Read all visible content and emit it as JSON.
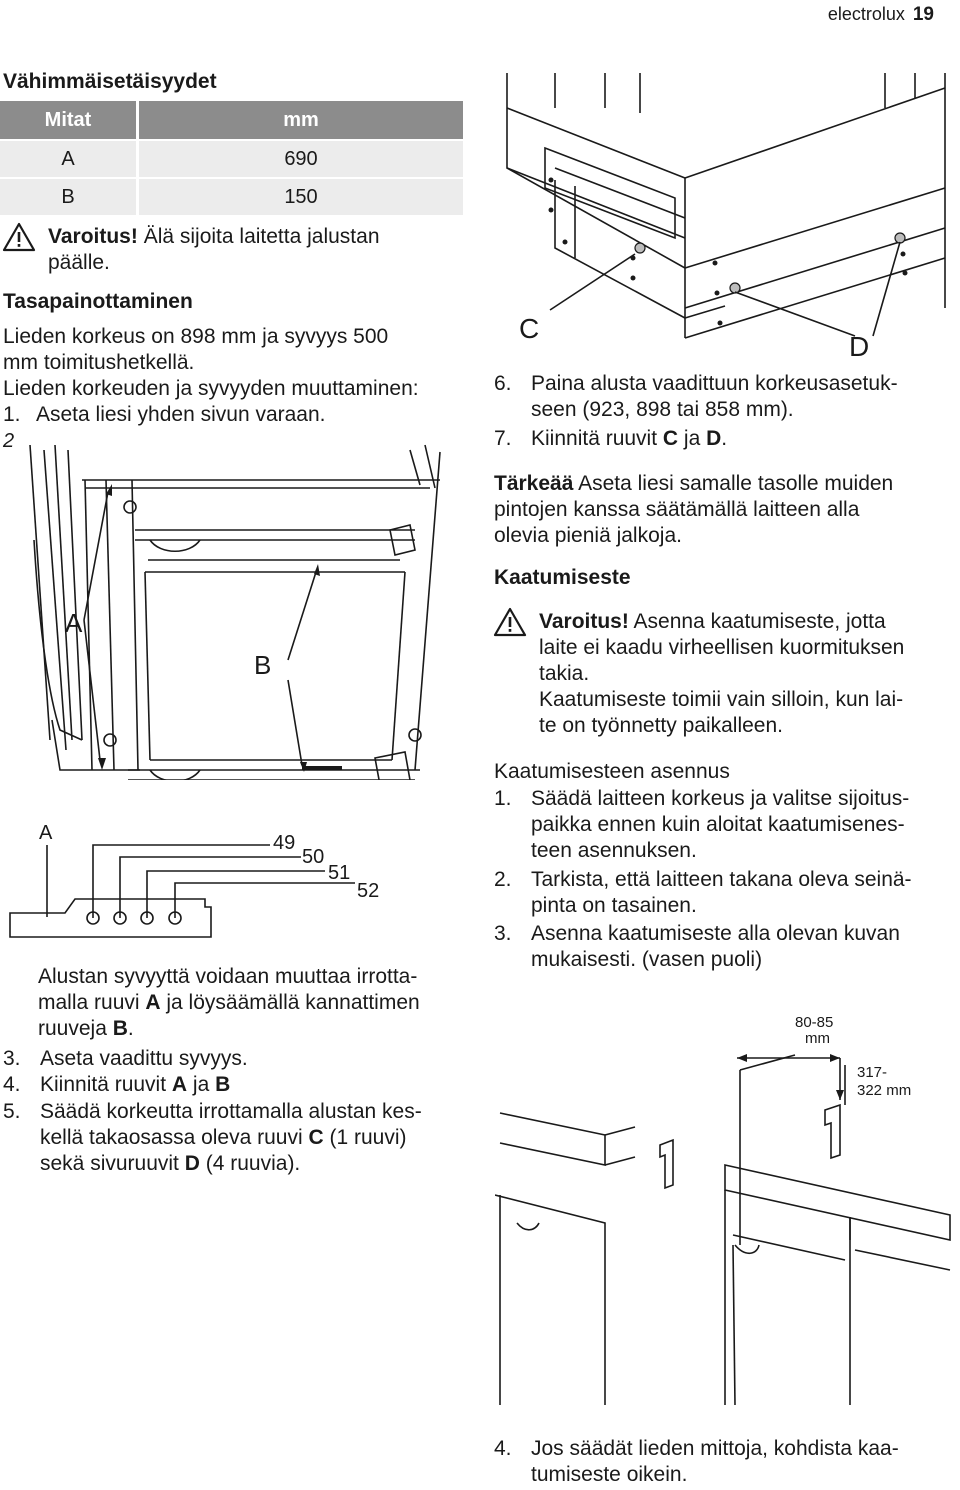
{
  "header": {
    "brand": "electrolux",
    "page": "19"
  },
  "left": {
    "min_distances_heading": "Vähimmäisetäisyydet",
    "table": {
      "headers": [
        "Mitat",
        "mm"
      ],
      "rows": [
        [
          "A",
          "690"
        ],
        [
          "B",
          "150"
        ]
      ]
    },
    "warning1": {
      "bold": "Varoitus!",
      "line1": " Älä sijoita laitetta jalustan",
      "line2": "päälle."
    },
    "leveling_heading": "Tasapainottaminen",
    "para_lines": [
      "Lieden korkeus on 898 mm ja syvyys 500",
      "mm toimitushetkellä.",
      "Lieden korkeuden ja syvyyden muuttaminen:"
    ],
    "step1": {
      "num": "1.",
      "text": "Aseta liesi yhden sivun varaan."
    },
    "step2_num": "2",
    "figure1": {
      "label_a": "A",
      "label_b": "B"
    },
    "figure2": {
      "label_a": "A",
      "n49": "49",
      "n50": "50",
      "n51": "51",
      "n52": "52"
    },
    "depth_lines": [
      "Alustan syvyyttä voidaan muuttaa irrotta-",
      "malla ruuvi ",
      "A",
      " ja löysäämällä kannattimen",
      "ruuveja ",
      "B",
      "."
    ],
    "step3": {
      "num": "3.",
      "text": "Aseta vaadittu syvyys."
    },
    "step4": {
      "num": "4.",
      "pre": "Kiinnitä ruuvit ",
      "a": "A",
      "mid": " ja ",
      "b": "B"
    },
    "step5": {
      "num": "5.",
      "line1": "Säädä korkeutta irrottamalla alustan kes-",
      "line2_pre": "kellä takaosassa oleva ruuvi ",
      "c": "C",
      "line2_post": " (1 ruuvi)",
      "line3_pre": "sekä sivuruuvit ",
      "d": "D",
      "line3_post": " (4 ruuvia)."
    }
  },
  "right": {
    "figure3": {
      "label_c": "C",
      "label_d": "D"
    },
    "step6": {
      "num": "6.",
      "line1": "Paina alusta vaadittuun korkeusasetuk-",
      "line2": "seen (923, 898 tai 858 mm)."
    },
    "step7": {
      "num": "7.",
      "pre": "Kiinnitä ruuvit ",
      "c": "C",
      "mid": " ja ",
      "d": "D",
      "post": "."
    },
    "important": {
      "bold": "Tärkeää",
      "line1": " Aseta liesi samalle tasolle muiden",
      "line2": "pintojen kanssa säätämällä laitteen alla",
      "line3": "olevia pieniä jalkoja."
    },
    "tip_heading": "Kaatumiseste",
    "warning2": {
      "bold": "Varoitus!",
      "line1": " Asenna kaatumiseste, jotta",
      "line2": "laite ei kaadu virheellisen kuormituksen",
      "line3": "takia.",
      "line4": "Kaatumiseste toimii vain silloin, kun lai-",
      "line5": "te on työnnetty paikalleen."
    },
    "install_heading": "Kaatumisesteen asennus",
    "install_steps": [
      {
        "num": "1.",
        "lines": [
          "Säädä laitteen korkeus ja valitse sijoitus-",
          "paikka ennen kuin aloitat kaatumisenes-",
          "teen asennuksen."
        ]
      },
      {
        "num": "2.",
        "lines": [
          "Tarkista, että laitteen takana oleva seinä-",
          "pinta on tasainen."
        ]
      },
      {
        "num": "3.",
        "lines": [
          "Asenna kaatumiseste alla olevan kuvan",
          "mukaisesti. (vasen puoli)"
        ]
      }
    ],
    "figure4": {
      "dim1_line1": "80-85",
      "dim1_line2": "mm",
      "dim2_line1": "317-",
      "dim2_line2": "322 mm"
    },
    "step4b": {
      "num": "4.",
      "line1": "Jos säädät lieden mittoja, kohdista kaa-",
      "line2": "tumiseste oikein."
    }
  }
}
